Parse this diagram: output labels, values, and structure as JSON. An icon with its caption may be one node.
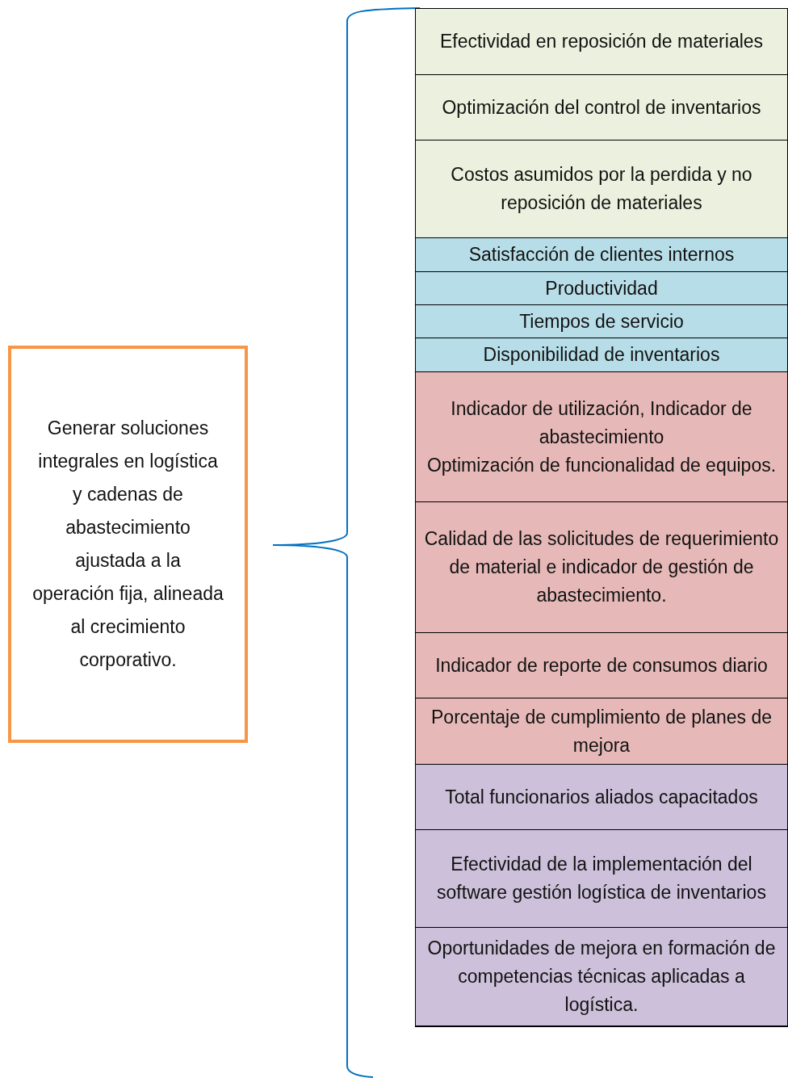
{
  "diagram": {
    "nodes": [
      {
        "text": [
          "Generar soluciones integrales en logística y cadenas de abastecimiento ajustada a la operación fija, alineada al crecimiento corporativo."
        ]
      },
      {
        "text": [
          "Efectividad en reposición de materiales"
        ]
      },
      {
        "text": [
          "Optimización del control de inventarios"
        ]
      },
      {
        "text": [
          "Costos asumidos por la perdida y no reposición de materiales"
        ]
      },
      {
        "text": [
          "Satisfacción de clientes internos"
        ]
      },
      {
        "text": [
          "Productividad"
        ]
      },
      {
        "text": [
          "Tiempos de servicio"
        ]
      },
      {
        "text": [
          "Disponibilidad de inventarios"
        ]
      },
      {
        "text": [
          "Indicador de utilización, Indicador de abastecimiento",
          "Optimización de funcionalidad de equipos."
        ]
      },
      {
        "text": [
          "Calidad de las solicitudes de requerimiento de material  e indicador de gestión de abastecimiento."
        ]
      },
      {
        "text": [
          "Indicador de reporte de consumos diario"
        ]
      },
      {
        "text": [
          "Porcentaje de cumplimiento de planes de mejora"
        ]
      },
      {
        "text": [
          "Total funcionarios aliados capacitados"
        ]
      },
      {
        "text": [
          "Efectividad de la implementación del software gestión logística de inventarios"
        ]
      },
      {
        "text": [
          "Oportunidades de mejora en formación de competencias técnicas aplicadas a logística."
        ]
      }
    ]
  }
}
